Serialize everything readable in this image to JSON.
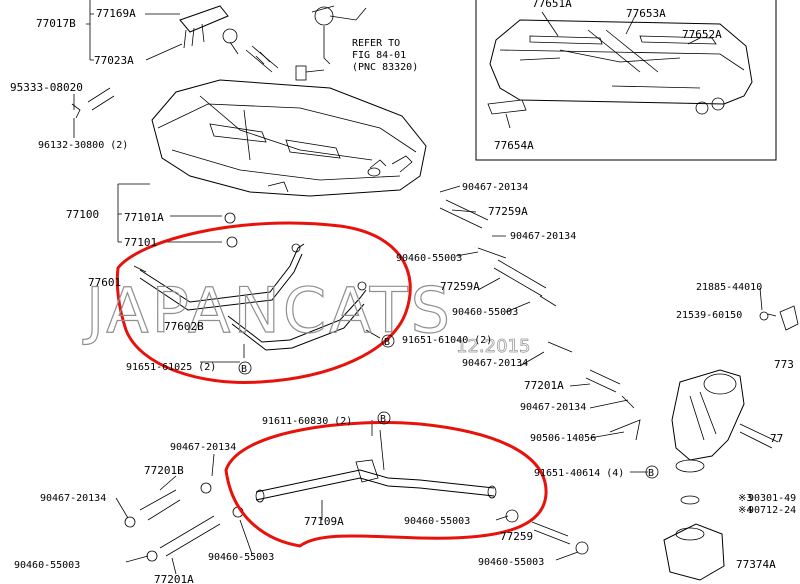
{
  "refer_note": [
    "REFER TO",
    "FIG 84-01",
    "(PNC 83320)"
  ],
  "watermark": "JAPANCATS",
  "watermark_date": "12.2015",
  "labels": [
    {
      "key": "p77017b",
      "text": "77017B"
    },
    {
      "key": "p77169a",
      "text": "77169A"
    },
    {
      "key": "p77023a",
      "text": "77023A"
    },
    {
      "key": "p95333",
      "text": "95333-08020"
    },
    {
      "key": "p96132",
      "text": "96132-30800 (2)"
    },
    {
      "key": "p77100",
      "text": "77100"
    },
    {
      "key": "p77101a",
      "text": "77101A"
    },
    {
      "key": "p77101",
      "text": "77101"
    },
    {
      "key": "p77601",
      "text": "77601"
    },
    {
      "key": "p77602b",
      "text": "77602B"
    },
    {
      "key": "p91651l",
      "text": "91651-61025 (2)"
    },
    {
      "key": "p91651r",
      "text": "91651-61040 (2)"
    },
    {
      "key": "p77651a",
      "text": "77651A"
    },
    {
      "key": "p77653a",
      "text": "77653A"
    },
    {
      "key": "p77652a",
      "text": "77652A"
    },
    {
      "key": "p77654a",
      "text": "77654A"
    },
    {
      "key": "p90467a",
      "text": "90467-20134"
    },
    {
      "key": "p77259a1",
      "text": "77259A"
    },
    {
      "key": "p90467b",
      "text": "90467-20134"
    },
    {
      "key": "p90460a",
      "text": "90460-55003"
    },
    {
      "key": "p77259a2",
      "text": "77259A"
    },
    {
      "key": "p90460b",
      "text": "90460-55003"
    },
    {
      "key": "p90467c",
      "text": "90467-20134"
    },
    {
      "key": "p77201a1",
      "text": "77201A"
    },
    {
      "key": "p90467d",
      "text": "90467-20134"
    },
    {
      "key": "p90506",
      "text": "90506-14056"
    },
    {
      "key": "p91651m",
      "text": "91651-40614 (4)"
    },
    {
      "key": "p21885",
      "text": "21885-44010"
    },
    {
      "key": "p21539",
      "text": "21539-60150"
    },
    {
      "key": "p91611",
      "text": "91611-60830 (2)"
    },
    {
      "key": "p90467e",
      "text": "90467-20134"
    },
    {
      "key": "p77201b",
      "text": "77201B"
    },
    {
      "key": "p90467f",
      "text": "90467-20134"
    },
    {
      "key": "p90460c",
      "text": "90460-55003"
    },
    {
      "key": "p90460d",
      "text": "90460-55003"
    },
    {
      "key": "p77201a2",
      "text": "77201A"
    },
    {
      "key": "p77109a",
      "text": "77109A"
    },
    {
      "key": "p90460e",
      "text": "90460-55003"
    },
    {
      "key": "p90460f",
      "text": "90460-55003"
    },
    {
      "key": "p77259",
      "text": "77259"
    },
    {
      "key": "p77374a",
      "text": "77374A"
    },
    {
      "key": "p90301",
      "text": "90301-49"
    },
    {
      "key": "p90712",
      "text": "90712-24"
    },
    {
      "key": "p77r",
      "text": "77"
    },
    {
      "key": "p773",
      "text": "773"
    }
  ],
  "callouts": {
    "b": "B",
    "mark3": "※3",
    "mark4": "※4"
  },
  "colors": {
    "highlight": "#e8120c",
    "line": "#000000",
    "watermark": "#8f8f8f"
  }
}
